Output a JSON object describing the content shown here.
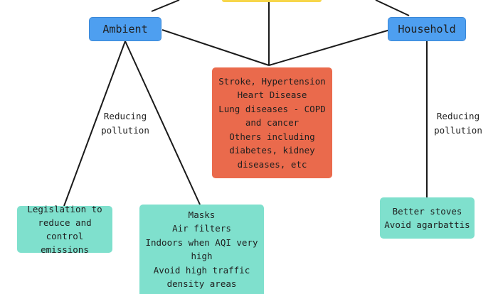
{
  "colors": {
    "top_node": "#f7d64a",
    "category_node": "#4e9ff0",
    "diseases_node": "#ea6a4c",
    "solution_node": "#7fe0cd",
    "connector": "#1a1a1a"
  },
  "nodes": {
    "ambient": {
      "label": "Ambient"
    },
    "household": {
      "label": "Household"
    },
    "diseases": {
      "lines": [
        "Stroke, Hypertension",
        "Heart Disease",
        "Lung diseases - COPD",
        "and cancer",
        "Others including",
        "diabetes, kidney",
        "diseases, etc"
      ]
    },
    "legislation": {
      "lines": [
        "Legislation to",
        "reduce and control",
        "emissions"
      ]
    },
    "masks": {
      "lines": [
        "Masks",
        "Air filters",
        "Indoors when AQI very",
        "high",
        "Avoid high traffic",
        "density areas"
      ]
    },
    "stoves": {
      "lines": [
        "Better stoves",
        "Avoid agarbattis"
      ]
    }
  },
  "edge_labels": {
    "ambient_reducing": [
      "Reducing",
      "pollution"
    ],
    "household_reducing": [
      "Reducing",
      "pollution"
    ]
  }
}
